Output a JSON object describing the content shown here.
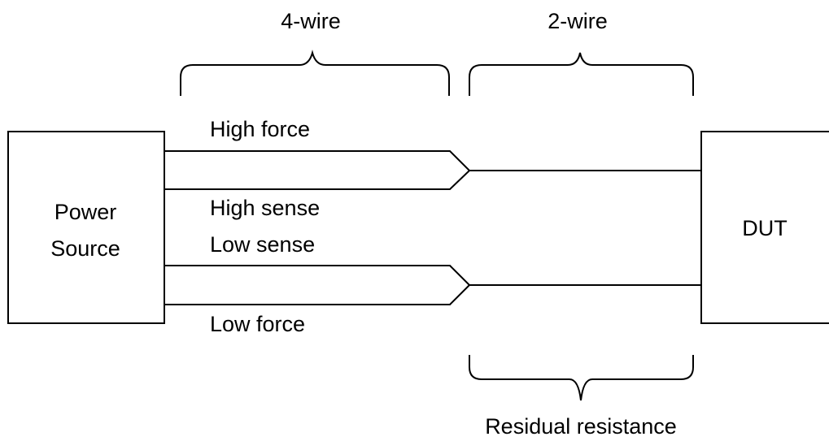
{
  "braces": {
    "four_wire_label": "4-wire",
    "two_wire_label": "2-wire",
    "residual_label": "Residual resistance"
  },
  "blocks": {
    "power_source_line1": "Power",
    "power_source_line2": "Source",
    "dut": "DUT"
  },
  "wires": {
    "high_force": "High force",
    "high_sense": "High sense",
    "low_sense": "Low sense",
    "low_force": "Low force"
  },
  "colors": {
    "stroke": "#000000",
    "background": "#ffffff"
  }
}
